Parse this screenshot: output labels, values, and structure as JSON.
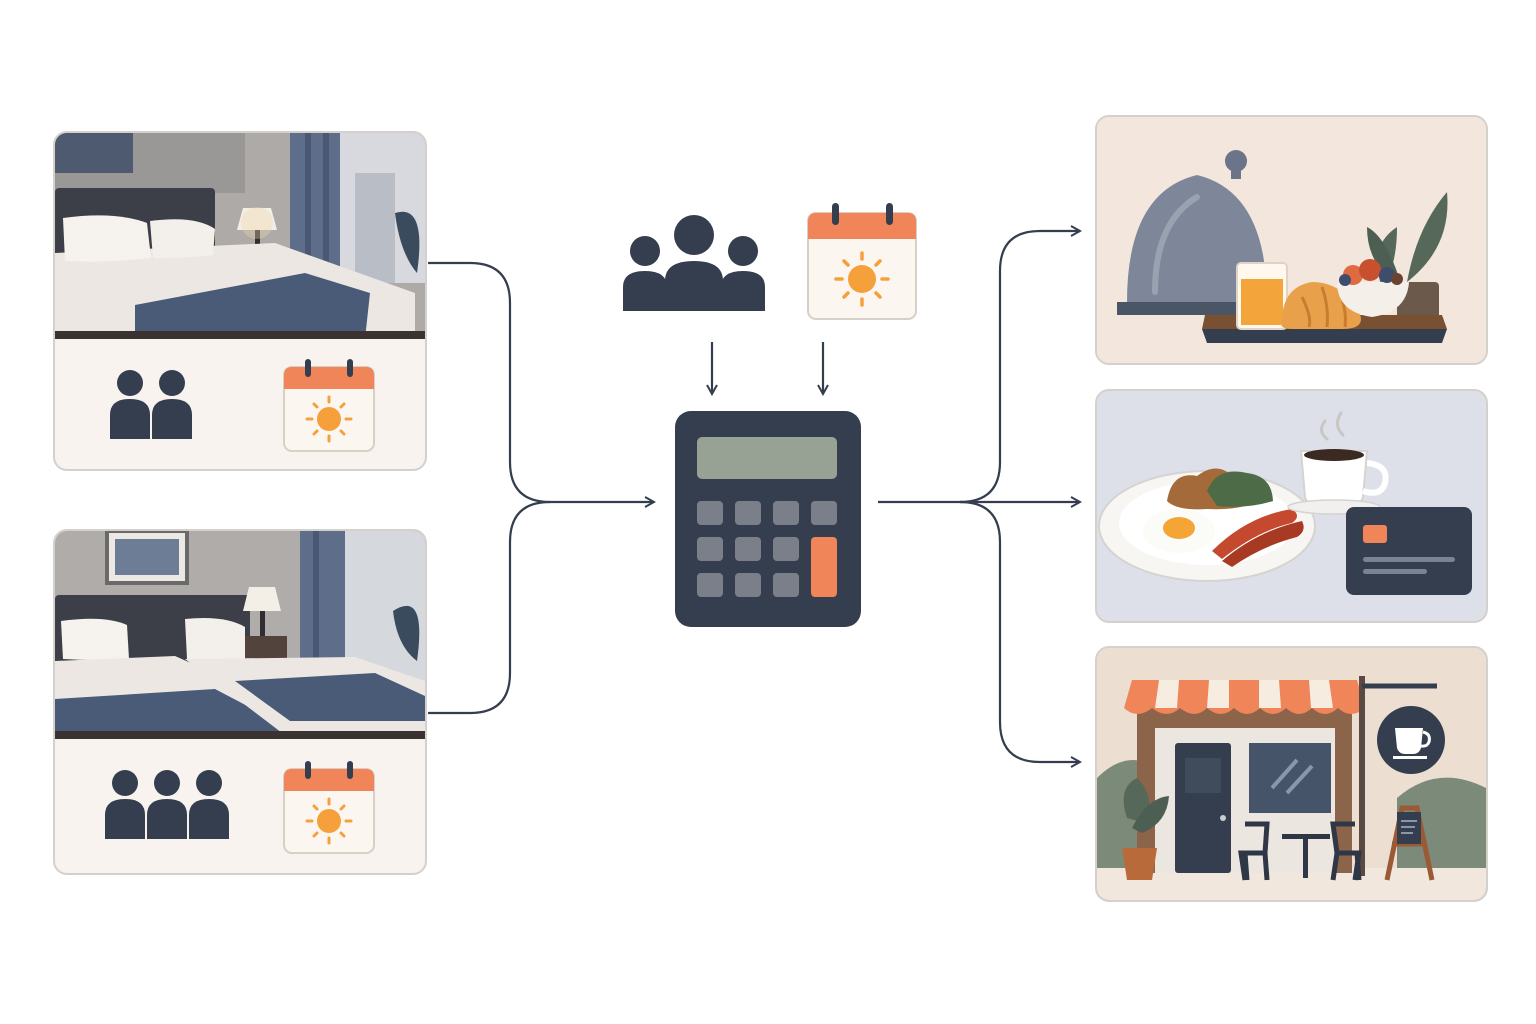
{
  "colors": {
    "ink": "#343e4e",
    "accent": "#f0855a",
    "sun": "#f6a03c",
    "card_border": "#d4d0cc",
    "card_fill": "#f8f3ef",
    "navy_blanket": "#4a5b78",
    "calc_screen": "#97a294",
    "calc_key": "#7a7f89"
  },
  "icons": {
    "guests_two": "two-guests-icon",
    "guests_three": "three-guests-icon",
    "calendar_sun": "sun-calendar-icon",
    "calculator": "calculator-icon",
    "room_service": "room-service-cloche-icon",
    "payment_card": "credit-card-icon",
    "cafe_sign": "coffee-cup-sign-icon"
  },
  "rooms": [
    {
      "name": "double-room",
      "guests": 2
    },
    {
      "name": "twin-room",
      "guests": 3
    }
  ],
  "center_inputs": {
    "guests": 3
  },
  "outputs": [
    "breakfast-in-room",
    "breakfast-paid-on-site",
    "nearby-cafe"
  ]
}
